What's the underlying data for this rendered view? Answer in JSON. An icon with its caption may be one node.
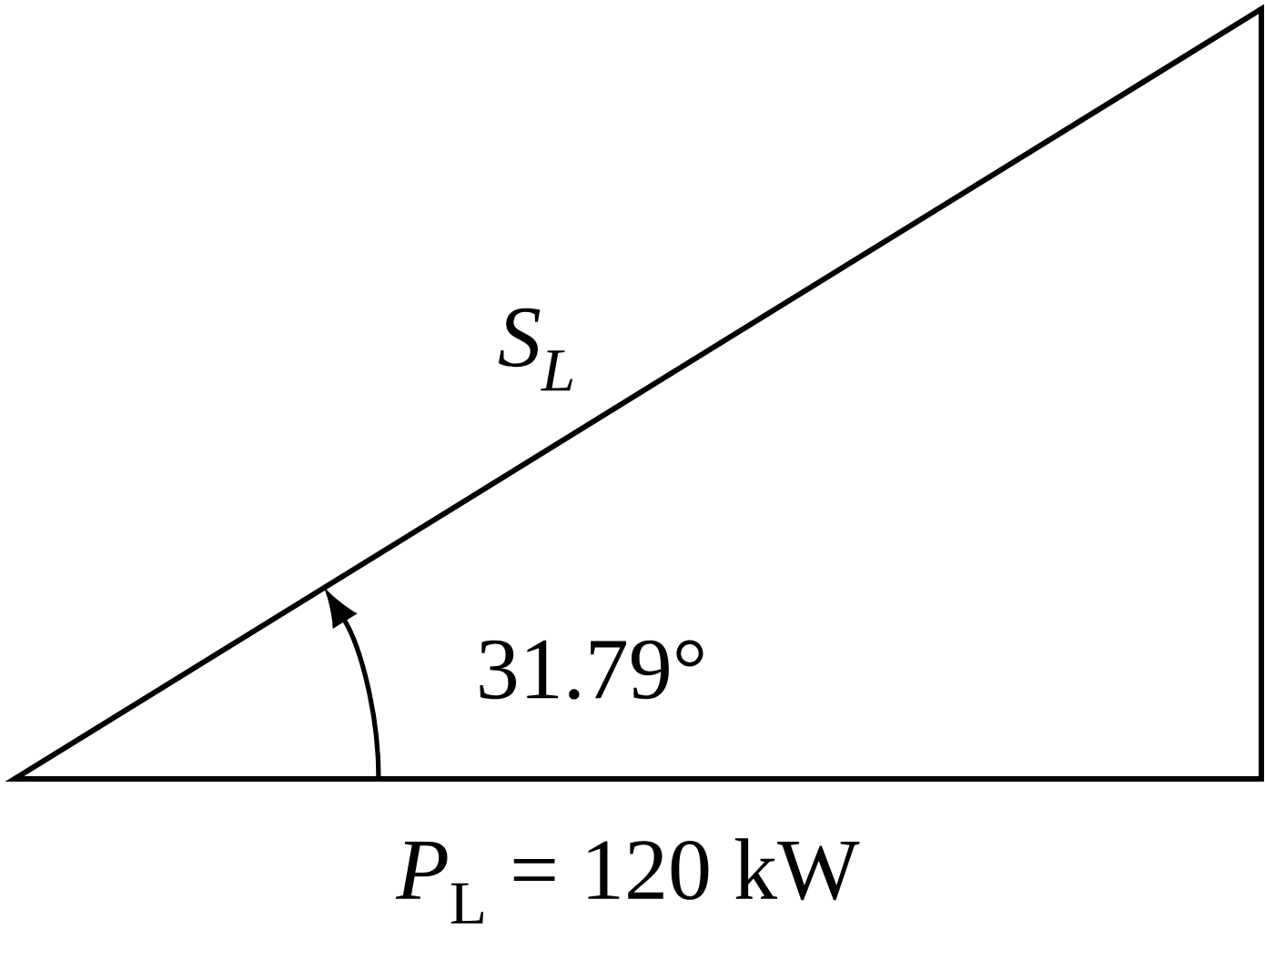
{
  "diagram": {
    "labels": [
      "S$_{L}$",
      "31.79°",
      "*P*$_{L}$ = 120 kW"
    ]
  }
}
